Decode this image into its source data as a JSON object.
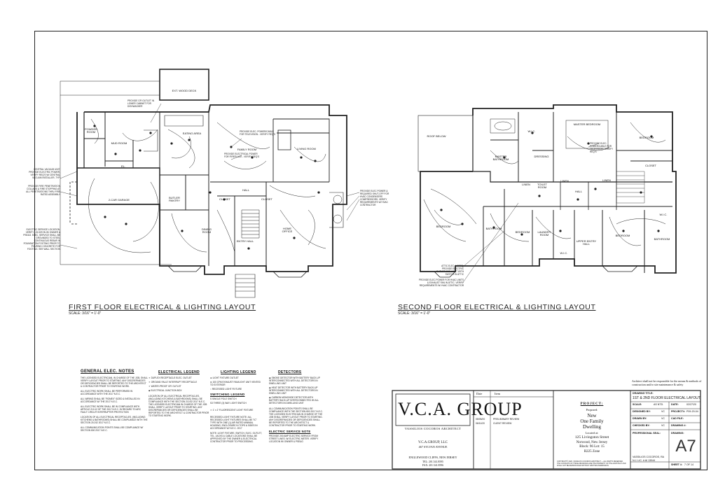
{
  "plans": {
    "first": {
      "title": "FIRST FLOOR ELECTRICAL & LIGHTING LAYOUT",
      "scale": "SCALE: 3/16\" = 1'-0\"",
      "rooms": {
        "wood_deck": "EXT. WOOD DECK",
        "eating_area": "EATING AREA",
        "powder_room": "POWDER ROOM",
        "mud_room": "MUD ROOM",
        "family_room": "FAMILY ROOM",
        "living_room": "LIVING ROOM",
        "garage": "2-CAR GARAGE",
        "butler_pantry": "BUTLER PANTRY",
        "closet1": "CLOSET",
        "hall": "HALL",
        "closet2": "CLOSET",
        "dining_room": "DINING ROOM",
        "home_office": "HOME OFFICE",
        "entry_hall": "ENTRY HALL",
        "el": "EL."
      },
      "callouts": {
        "dishwasher": "PROVIDE GFI OUTLET IN LOWER CABINET FOR DISHWASHER",
        "tv": "PROVIDE ELEC. POWER/CABLE FOR TELEVISION - VERIFY REQ'S",
        "fireplace": "PROVIDE ELECTRICAL POWER FOR FIREPLACE - VERIFY REQ'S",
        "vacuum": "CENTRAL VACUUM UNIT. PROVIDE ELECTRIC POWER, VERIFY REQ'S W/ CENTRAL VACUUM INSTALLER, TYP.",
        "fire_stop": "PROVIDE FIRE PENETRATION COLLARS & FIRE STOPPING AT ALL PENETRATIONS THRU FIRE RATED ASSEMBLY",
        "service": "ELECTRIC SERVICE LOCATION. VERIFY LOCATION W/ OWNER & PSE&G. ELEC. SERVICE SHALL BE GROUNDED TO STEEL CONTINUOUS REBAR IN FOUNDATION FOOTING PRIOR TO POURING CONCRETE FOR FOOTING. SEE WALL SECTION",
        "hvac": "PROVIDE ELEC POWER & REQUIRED SHUT-OFF FOR HVAC CONDENSERS COMPRESSORS. VERIFY REQUIREMENTS W/ HVAC CONTRACTOR"
      }
    },
    "second": {
      "title": "SECOND FLOOR ELECTRICAL & LIGHTING LAYOUT",
      "scale": "SCALE: 3/16\" = 1'-0\"",
      "rooms": {
        "roof_below": "ROOF BELOW",
        "master_bedroom": "MASTER BEDROOM",
        "bedroom_ne": "BEDROOM",
        "master_bathroom": "MASTER BATHROOM",
        "wic1": "W.I.C.",
        "dressing": "DRESSING",
        "linen1": "LINEN",
        "linen2": "LINEN",
        "closet": "CLOSET",
        "hall": "HALL",
        "bedroom_w": "BEDROOM",
        "bathroom1": "BATHROOM",
        "bedroom_c": "BEDROOM",
        "laundry": "LAUNDRY ROOM",
        "upper_hall": "UPPER ENTRY HALL",
        "bedroom_e": "BEDROOM",
        "bathroom2": "BATHROOM",
        "wic2": "W.I.C.",
        "wic3": "W.I.C.",
        "toilet": "TOILET ROOM",
        "linen3": "LINEN"
      },
      "callouts": {
        "tv": "PROVIDE ELEC. POWER/CABLE FOR TELEVISION - VERIFY REQ'S",
        "attic": "ATTIC ELEC. NOTES: PROVIDE ELECTRIC OUTLET AND LIGHT WITH SWITCH IN ATTIC",
        "hvac": "PROVIDE ELEC POWER FOR HVAC UNITS & EXHAUST FAN IN ATTIC. VERIFY REQUIREMENTS W/ HVAC CONTRACTOR"
      }
    }
  },
  "notes": {
    "general_title": "GENERAL ELEC. NOTES",
    "general_items": [
      "THE LICENSED ELECTRICIAN, IN CHARGE OF THE JOB, SHALL VERIFY LAYOUT PRIOR TO STARTING. ANY DISCREPANCIES OR DEFICIENCIES SHALL BE REPORTED TO THE ARCHITECT & CONTRACTOR PRIOR TO STARTING WORK.",
      "ALL ELECTRIC WORK SHALL BE PERFORMED IN ACCORDANCE WITH THE 2017 N.E.C.",
      "ALL WIRING SHALL BE \"ROMEX\" SIZED & INSTALLED IN ACCORDANCE W/ THE 2017 N.E.C.",
      "ALL ELECTRIC WORK SHALL BE IN COMPLIANCE WITH ARTICLE 210.12 OF THE 2017 N.E.C. IN REGARD TO ARC FAULT CIRCUIT INTERRUPTER PROTECTION",
      "LOCATION OF ALL ELECTRICAL RECEPTACLES, (INCLUDING KITCHENS & BATHROOMS) SHALL BE COMPLIANCE WITH THE SECTION 210.52 2017 N.E.C.",
      "ALL COMMUNICATION POINTS SHALL BE COMPLIANCE W/ SECTION 800 2017 N.E.C."
    ],
    "electrical_title": "ELECTRICAL LEGEND",
    "electrical_items": [
      "DUPLEX RECEPTACLE ELEC. OUTLET",
      "GROUND FAULT INTERRUPT RECEPTACLE",
      "WATER-PROOF GFI OUTLET",
      "ELECTRICAL JUNCTION BOX"
    ],
    "electrical_text": [
      "LOCATION OF ALL ELECTRICAL RECEPTACLES, (INCLUDING KITCHENS & BATHROOMS) SHALL BE COMPLIANCE WITH THE SECTION 210.52 2017 N.E.C. THE LICENSED ELECTRICIAN IN CHARGE OF THE JOB SHALL VERIFY LAYOUT PRIOR TO STARTING. ANY DISCREPANCIES OR DEFICIENCIES SHALL BE REPORTED TO THE ARCHITECT & CONTRACTOR PRIOR TO STARTING WORK."
    ],
    "lighting_title": "LIGHTING LEGEND",
    "lighting_items": [
      "LIGHT FIXTURE OUTLET",
      "100 CFM EXHAUST FAN/LIGHT UNIT VENTED TO EXTERIOR",
      "RECESSED LIGHT FIXTURE"
    ],
    "switching_title": "SWITCHING LEGEND",
    "switching_items": [
      "SINGLE POLE SWITCH",
      "THREE (3) WAY LIGHT SWITCH",
      "1' x 2' FLUORESCENT LIGHT FIXTURE"
    ],
    "lighting_text": [
      "RECESSED LIGHT FIXTURE NOTE: ALL RECESSED LIGHT FIXTURES SHALL BE \"IC\" TYPE WITH ONE (1) AIR RATED MINIMAL HOUSING, ENCLOSURE IN TOPS & SIDES IN ACCORDANCE W/ N.E.C. 2017",
      "NOTE: LIGHT FIXTURE, SWITCH, ELEC. OUTLET, TEL. JACKS & CABLE LOCATIONS SHALL BE APPROVED BY THE OWNER & ELECTRICAL CONTRACTOR PRIOR TO PROCEEDING."
    ],
    "detectors_title": "DETECTORS",
    "detectors_items": [
      "SMOKE DETECTOR WITH BATTERY BACK-UP INTERCONNECTED WITH ALL DETECTORS IN DWELLING UNIT",
      "HEAT DETECTOR WITH BATTERY BACK-UP INTERCONNECTED WITH ALL DETECTORS IN DWELLING UNIT",
      "CARBON MONOXIDE DETECTOR WITH BATTERY BACK-UP INTERCONNECTED W/ ALL DETECTORS IN DWELLING UNIT"
    ],
    "detectors_text": [
      "ALL COMMUNICATION POINTS SHALL BE COMPLIANCE WITH THE SECTION 800 2017 N.E.C. THE LICENSED ELECTRICIAN IN CHARGE OF THE JOB SHALL VERIFY LAYOUT PRIOR TO STARTING. ANY DISCREPANCIES OR DEFICIENCIES SHALL BE REPORTED TO THE ARCHITECT & CONTRACTOR PRIOR TO STARTING WORK."
    ],
    "service_title": "ELECTRIC SERVICE NOTE",
    "service_text": "PROVIDE 200 AMP ELECTRIC SERVICE FROM STREET LINES. W/ ELECTRIC METER. VERIFY LOCATION W/ OWNER & PSE&G"
  },
  "title_block": {
    "logo": "V.C.A. GROUP",
    "firm": "VASSILIOS COCOROS ARCHITECT",
    "company": "V.C.A.GROUP, LLC",
    "street": "467 SYLVAN AVENUE",
    "city": "ENGLEWOOD CLIFFS, NEW JERSEY",
    "tel": "TEL: 201.541.8595",
    "fax": "FAX: 201.541.8596",
    "rev_headers": [
      "Date",
      "Item"
    ],
    "revisions": [
      {
        "date": "05/05/20",
        "item": "PRELIMINARY REVIEW"
      },
      {
        "date": "06/11/20",
        "item": "CLIENT REVIEW"
      }
    ],
    "project_label": "PROJECT:",
    "proposed": "Proposed:",
    "project_name": [
      "New",
      "One Family",
      "Dwelling"
    ],
    "located_at": "Located at:",
    "address": [
      "125 Livingston Street",
      "Norwood, New Jersey",
      "Block: 96 Lot: 15",
      "R225 Zone"
    ],
    "copyright": "COPYRIGHT© 2020, VASSILIOS COCOROS ARCHITECT — ALL RIGHTS RESERVED. THE CONTENTS OF THESE DRAWINGS ARE THE PROPERTY OF THE ARCHITECT AND SHALL NOT BE REPRODUCED WITHOUT WRITTEN PERMISSION.",
    "disclaimer": "Architect shall not be responsible for the means & methods of construction and/or site maintenance & safety",
    "drawing_title_label": "DRAWING TITLE:",
    "drawing_title": "1ST & 2ND FLOOR ELECTRICAL LAYOUT",
    "scale_label": "SCALE:",
    "scale_value": "AS NTD.",
    "date_label": "DATE:",
    "date_value": "02/27/20",
    "designed_label": "DESIGNED BY:",
    "designed_value": "VC",
    "project_no_label": "PROJECT#:",
    "project_no_value": "P09-20-04",
    "drawn_label": "DRAWN BY:",
    "drawn_value": "VC",
    "cad_label": "CAD FILE:",
    "cad_value": "",
    "checked_label": "CHECKED BY:",
    "checked_value": "VC",
    "drawing_no_label": "DRAWING #:",
    "drawing_no_value": "",
    "seal_label": "PROFESSIONAL SEAL:",
    "drawing_label": "DRAWING:",
    "drawing_number": "A7",
    "architect": "VASSILIOS COCOROS, RA",
    "license": "N.J. LIC. # AI 13044",
    "sheet_label": "SHEET #:",
    "sheet_value": "7 OF 14"
  }
}
